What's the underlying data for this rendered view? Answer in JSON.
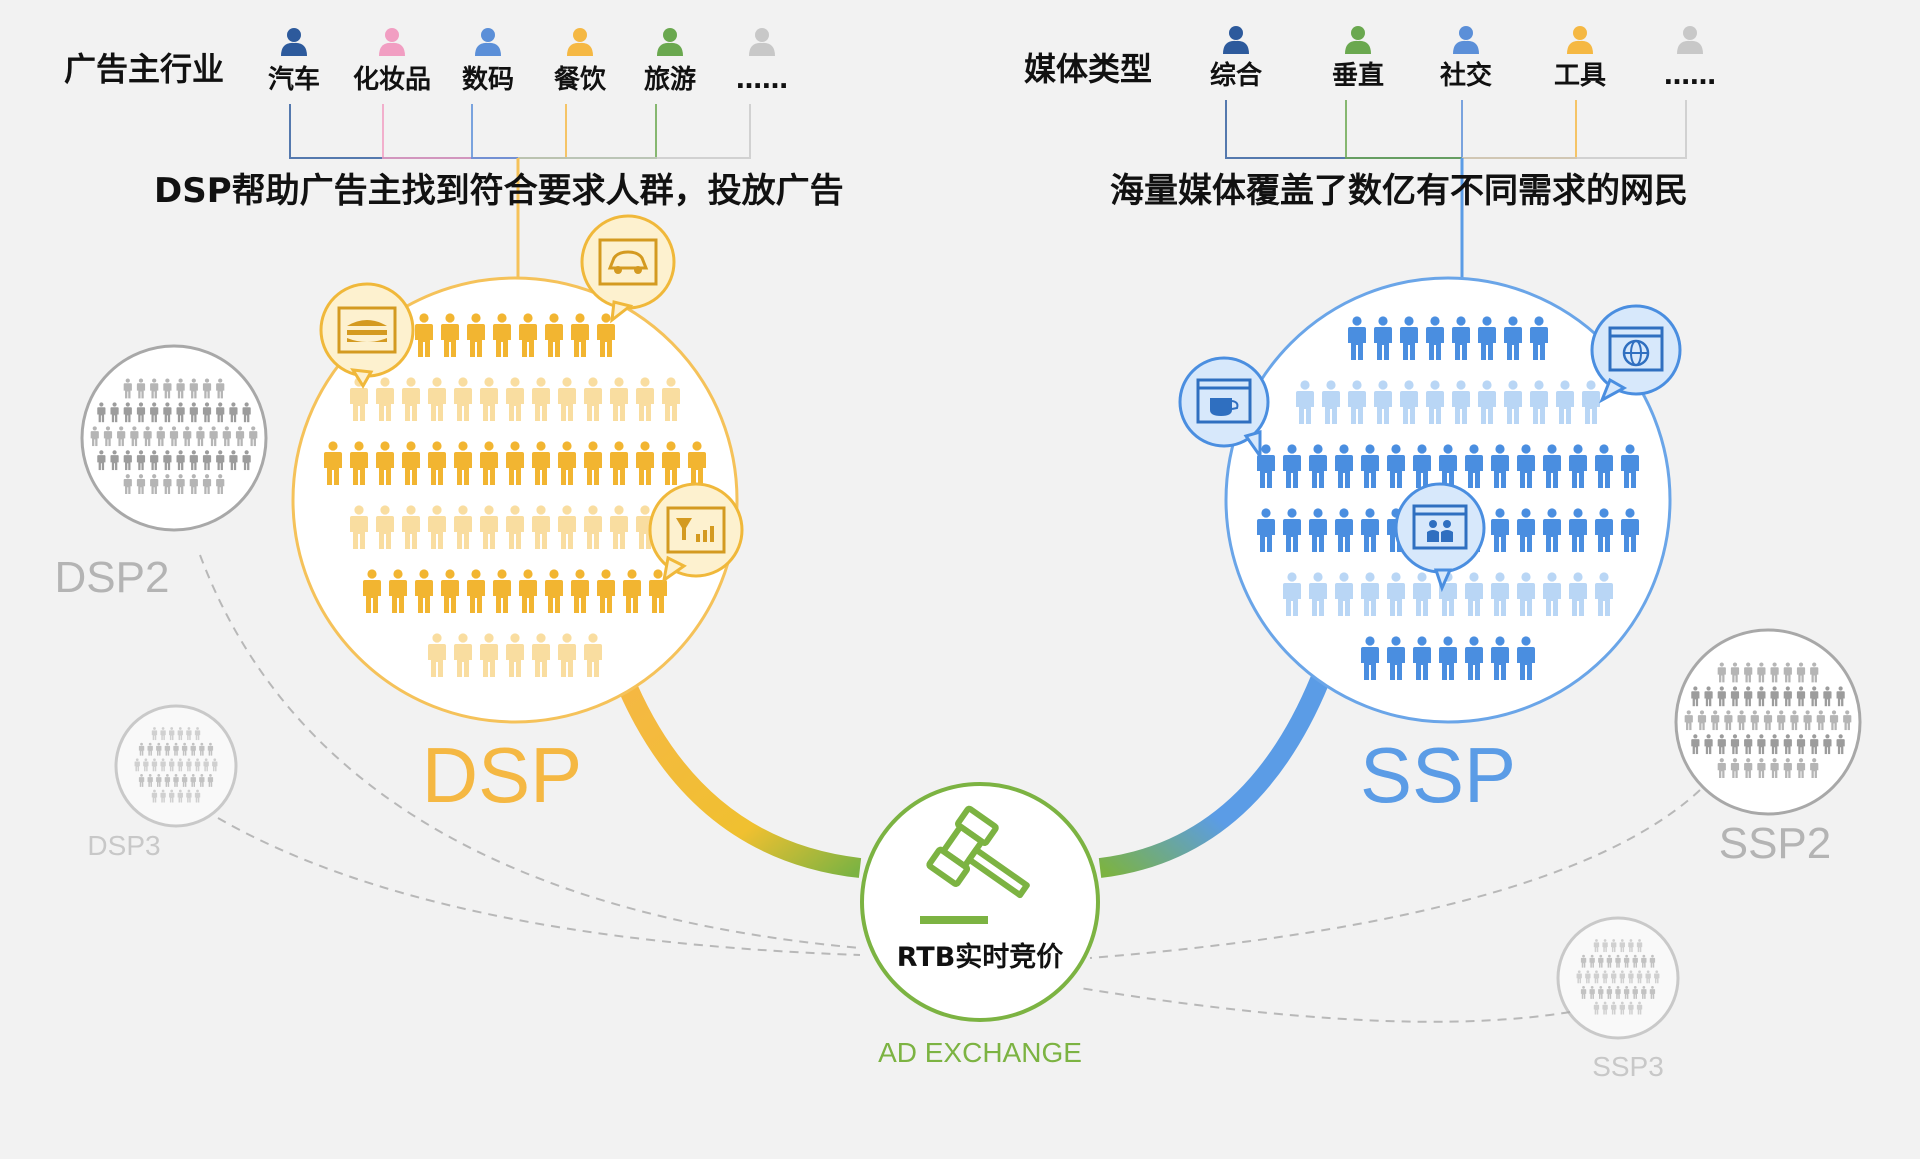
{
  "header_left": {
    "title": "广告主行业",
    "caption": "DSP帮助广告主找到符合要求人群，投放广告",
    "items": [
      {
        "label": "汽车",
        "color": "#2d5a9c"
      },
      {
        "label": "化妆品",
        "color": "#f19ec2"
      },
      {
        "label": "数码",
        "color": "#5b8fd8"
      },
      {
        "label": "餐饮",
        "color": "#f5b843"
      },
      {
        "label": "旅游",
        "color": "#6aa84f"
      },
      {
        "label": "……",
        "color": "#c8c8c8"
      }
    ]
  },
  "header_right": {
    "title": "媒体类型",
    "caption": "海量媒体覆盖了数亿有不同需求的网民",
    "items": [
      {
        "label": "综合",
        "color": "#2d5a9c"
      },
      {
        "label": "垂直",
        "color": "#6aa84f"
      },
      {
        "label": "社交",
        "color": "#5b8fd8"
      },
      {
        "label": "工具",
        "color": "#f5b843"
      },
      {
        "label": "……",
        "color": "#c8c8c8"
      }
    ]
  },
  "nodes": {
    "dsp": {
      "label": "DSP",
      "color": "#f5b843",
      "icons": [
        "food-ad-icon",
        "car-ad-icon",
        "chart-ad-icon"
      ]
    },
    "ssp": {
      "label": "SSP",
      "color": "#5b9ce6",
      "icons": [
        "coffee-web-icon",
        "globe-web-icon",
        "people-web-icon"
      ]
    },
    "dsp2": {
      "label": "DSP2"
    },
    "dsp3": {
      "label": "DSP3"
    },
    "ssp2": {
      "label": "SSP2"
    },
    "ssp3": {
      "label": "SSP3"
    },
    "exchange": {
      "label": "RTB实时竞价",
      "caption": "AD EXCHANGE",
      "color": "#7cb342",
      "icon": "gavel-icon"
    }
  }
}
